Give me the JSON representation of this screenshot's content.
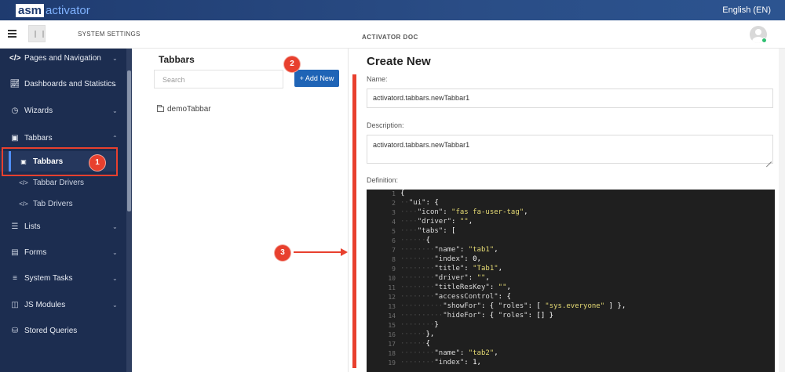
{
  "topbar": {
    "logo_asm": "asm",
    "logo_activator": "activator",
    "language": "English (EN)"
  },
  "header": {
    "system_settings": "SYSTEM SETTINGS",
    "doc_title": "ACTIVATOR DOC"
  },
  "sidebar": {
    "items": [
      {
        "label": "Pages and Navigation",
        "icon": "code-icon"
      },
      {
        "label": "Dashboards and Statistics",
        "icon": "chart-line-icon"
      },
      {
        "label": "Wizards",
        "icon": "clock-icon"
      },
      {
        "label": "Tabbars",
        "icon": "window-icon"
      },
      {
        "label": "Tabbars",
        "icon": "window-icon"
      },
      {
        "label": "Tabbar Drivers",
        "icon": "code-icon"
      },
      {
        "label": "Tab Drivers",
        "icon": "code-icon"
      },
      {
        "label": "Lists",
        "icon": "list-icon"
      },
      {
        "label": "Forms",
        "icon": "form-icon"
      },
      {
        "label": "System Tasks",
        "icon": "tasks-icon"
      },
      {
        "label": "JS Modules",
        "icon": "module-icon"
      },
      {
        "label": "Stored Queries",
        "icon": "database-icon"
      }
    ]
  },
  "annotations": {
    "one": "1",
    "two": "2",
    "three": "3"
  },
  "tabbars_panel": {
    "title": "Tabbars",
    "search_placeholder": "Search",
    "add_new": "+ Add New",
    "items": [
      "demoTabbar"
    ]
  },
  "form": {
    "title": "Create New",
    "name_label": "Name:",
    "name_value": "activatord.tabbars.newTabbar1",
    "description_label": "Description:",
    "description_value": "activatord.tabbars.newTabbar1",
    "definition_label": "Definition:"
  },
  "editor": {
    "line_numbers": [
      "1",
      "2",
      "3",
      "4",
      "5",
      "6",
      "7",
      "8",
      "9",
      "10",
      "11",
      "12",
      "13",
      "14",
      "15",
      "16",
      "17",
      "18",
      "19"
    ]
  },
  "colors": {
    "accent": "#1f64b6",
    "annotation": "#e8402e",
    "sidebar": "#1c2d50"
  }
}
